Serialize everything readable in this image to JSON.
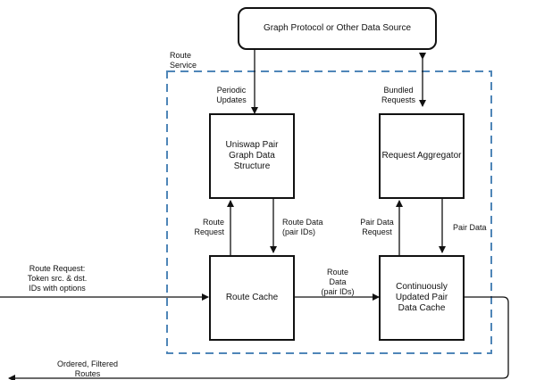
{
  "source": {
    "label": "Graph Protocol or Other Data Source"
  },
  "service": {
    "label": "Route\nService"
  },
  "boxes": {
    "pair_graph": "Uniswap Pair\nGraph Data\nStructure",
    "aggregator": "Request Aggregator",
    "route_cache": "Route Cache",
    "pair_cache": "Continuously\nUpdated Pair\nData Cache"
  },
  "edges": {
    "periodic_updates": "Periodic\nUpdates",
    "bundled_requests": "Bundled\nRequests",
    "route_request_up": "Route\nRequest",
    "route_data_down": "Route Data\n(pair IDs)",
    "pair_data_request": "Pair Data\nRequest",
    "pair_data": "Pair Data",
    "route_data_mid": "Route\nData\n(pair IDs)",
    "input_request": "Route Request:\nToken src. & dst.\nIDs with options",
    "output": "Ordered, Filtered\nRoutes"
  }
}
